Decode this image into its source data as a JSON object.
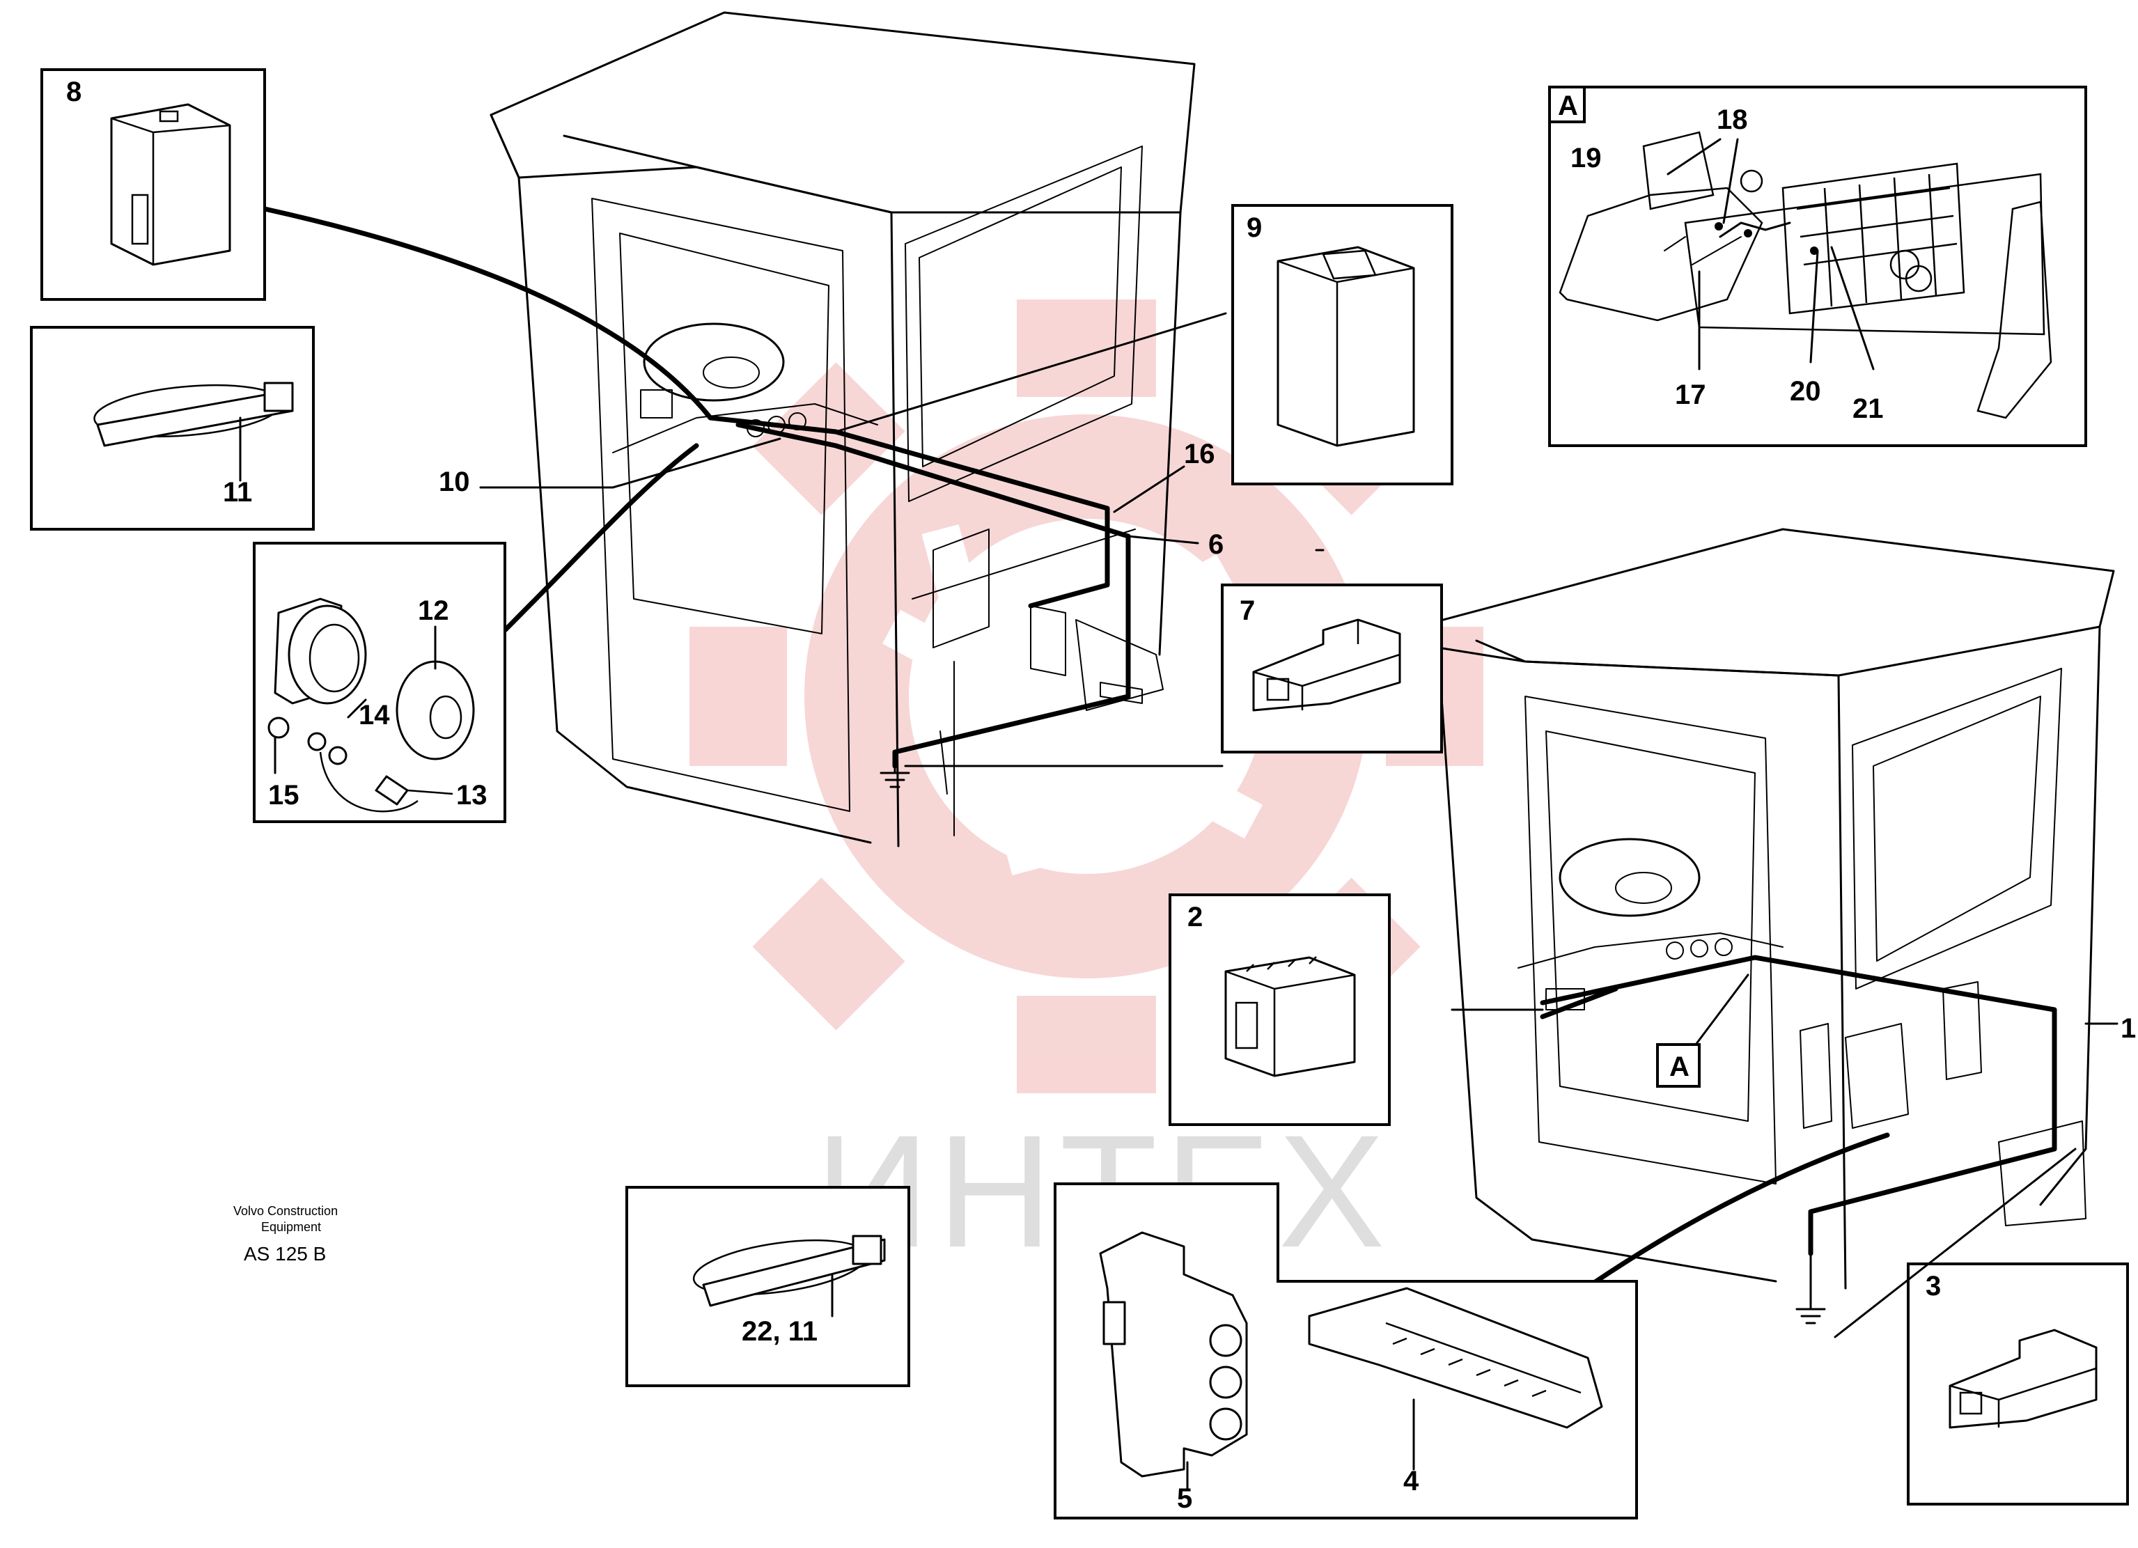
{
  "callouts": {
    "n1": "1",
    "n2": "2",
    "n3": "3",
    "n4": "4",
    "n5": "5",
    "n6": "6",
    "n7": "7",
    "n8": "8",
    "n9": "9",
    "n10": "10",
    "n11a": "11",
    "n11b": "22, 11",
    "n12": "12",
    "n13": "13",
    "n14": "14",
    "n15": "15",
    "n16": "16",
    "n17": "17",
    "n18": "18",
    "n19": "19",
    "n20": "20",
    "n21": "21",
    "detailA_box": "A",
    "detailA_ref": "A"
  },
  "credit": {
    "line1": "Volvo Construction",
    "line2": "Equipment",
    "code": "AS 125 B"
  },
  "watermark": {
    "text": "ИНТЕХ",
    "color": "#f2b5b5"
  },
  "colors": {
    "ink": "#000000",
    "background": "#ffffff"
  }
}
